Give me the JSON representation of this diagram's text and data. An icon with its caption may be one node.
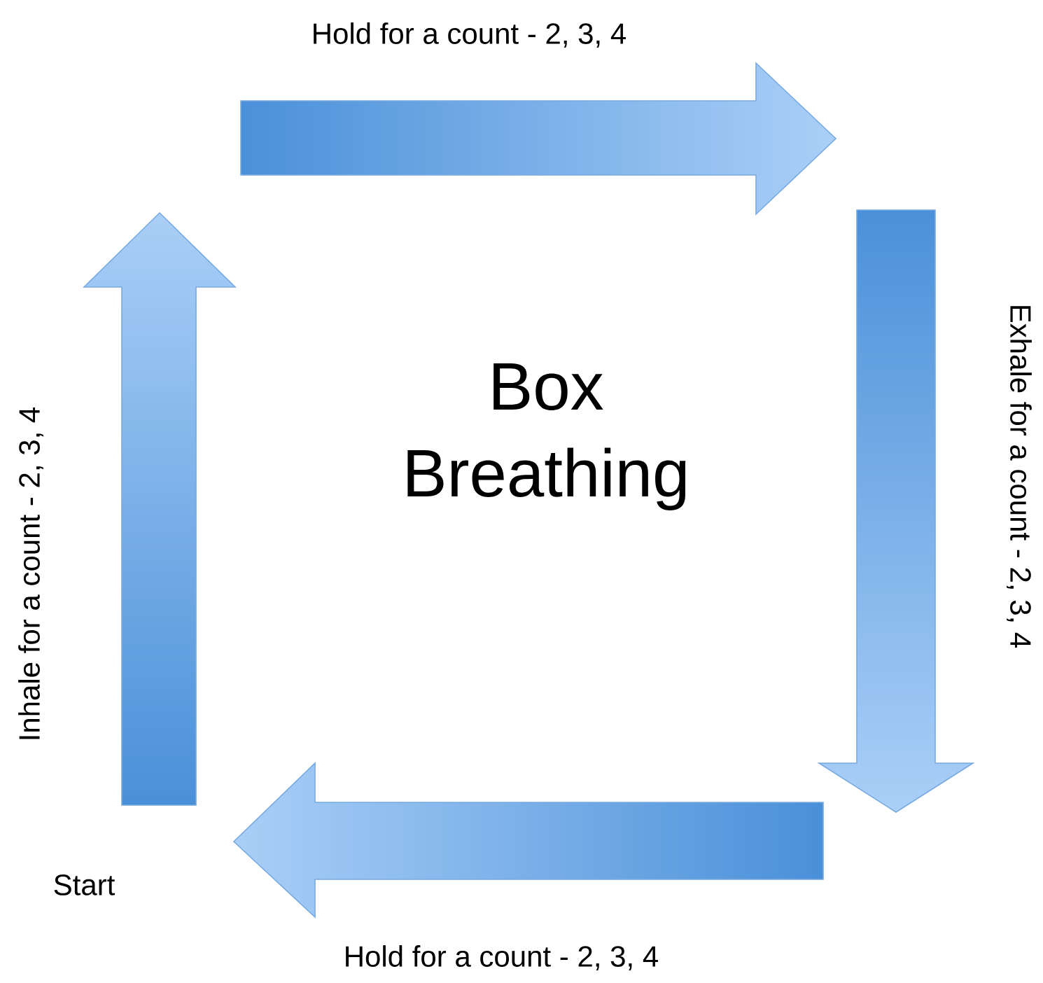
{
  "diagram": {
    "title": "Box Breathing",
    "labels": [
      "Hold for a count - 2, 3, 4",
      "Exhale for a count - 2, 3, 4",
      "Hold for a count - 2, 3, 4",
      "Inhale for a count - 2, 3, 4",
      "Start"
    ]
  }
}
